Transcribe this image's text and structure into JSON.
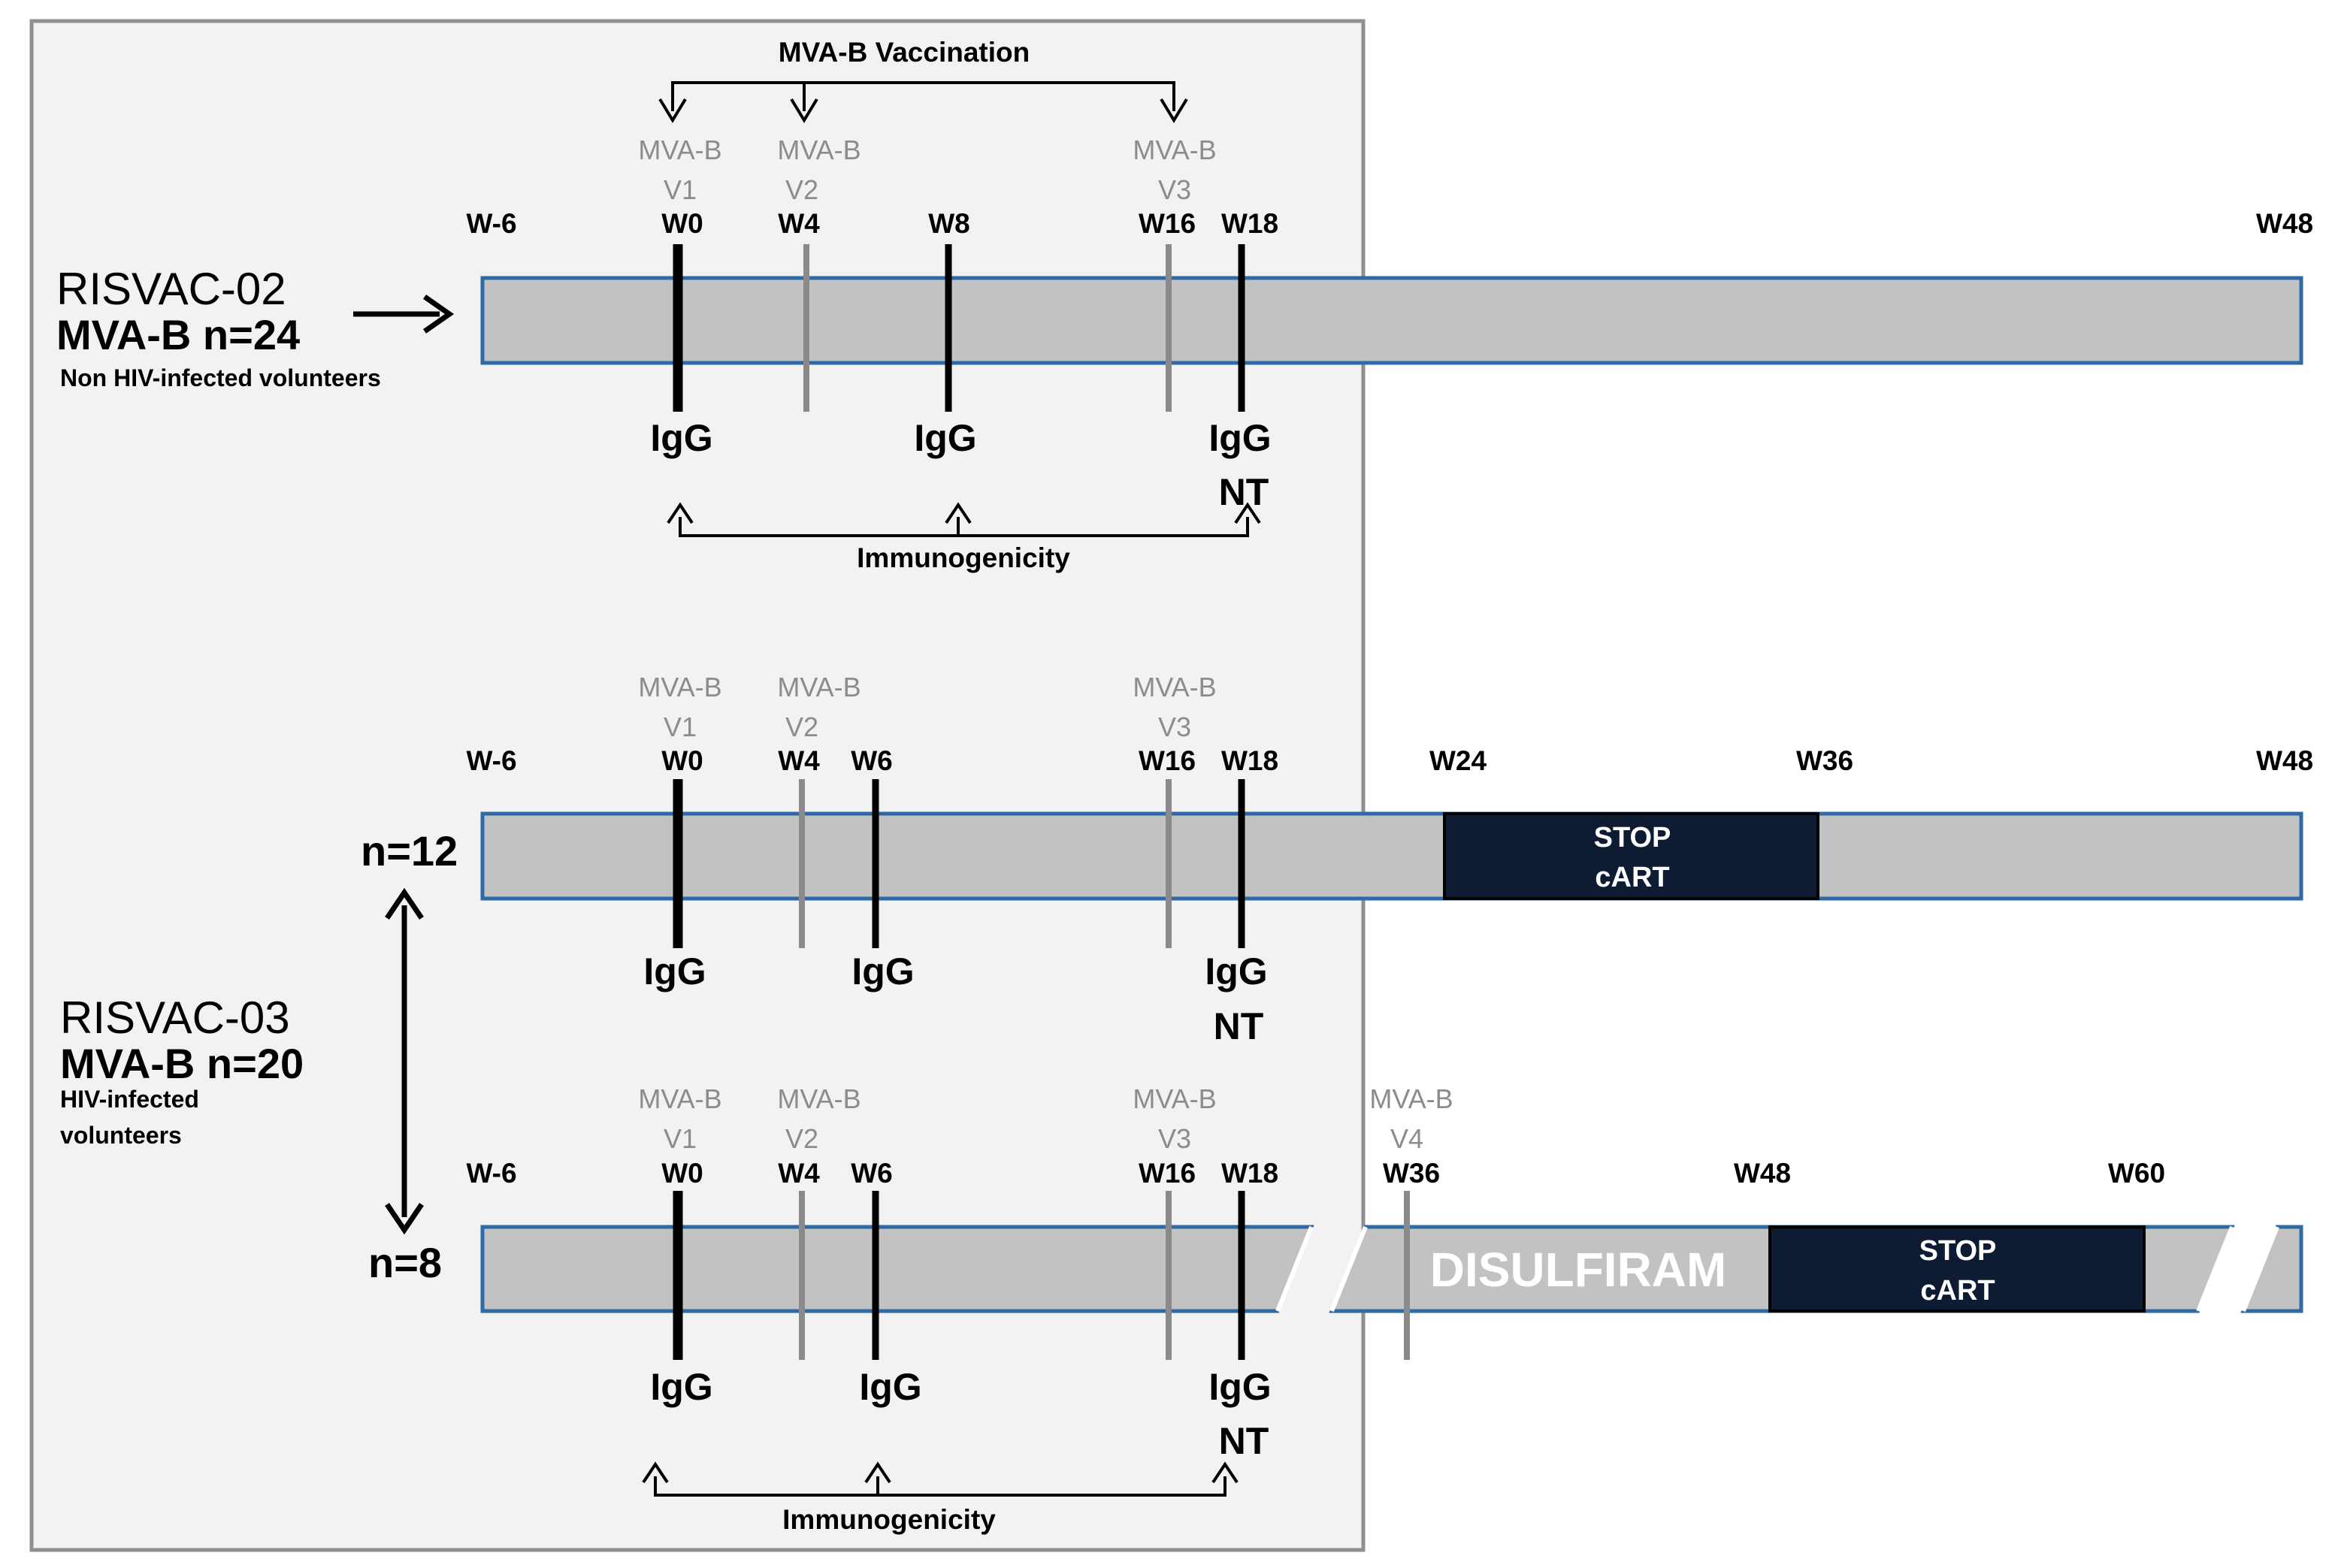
{
  "top": {
    "vaccination_label": "MVA-B Vaccination",
    "immunogenicity_label": "Immunogenicity"
  },
  "study1": {
    "title": "RISVAC-02",
    "subtitle": "MVA-B n=24",
    "desc": "Non HIV-infected volunteers",
    "weeks": [
      "W-6",
      "W0",
      "W4",
      "W8",
      "W16",
      "W18",
      "W48"
    ],
    "doses": [
      {
        "name": "MVA-B",
        "visit": "V1"
      },
      {
        "name": "MVA-B",
        "visit": "V2"
      },
      {
        "name": "MVA-B",
        "visit": "V3"
      }
    ],
    "assays": [
      "IgG",
      "IgG",
      "IgG",
      "NT"
    ]
  },
  "study2": {
    "title": "RISVAC-03",
    "subtitle": "MVA-B n=20",
    "desc_line1": "HIV-infected",
    "desc_line2": "volunteers",
    "arm1": {
      "n": "n=12",
      "weeks": [
        "W-6",
        "W0",
        "W4",
        "W6",
        "W16",
        "W18",
        "W24",
        "W36",
        "W48"
      ],
      "doses": [
        {
          "name": "MVA-B",
          "visit": "V1"
        },
        {
          "name": "MVA-B",
          "visit": "V2"
        },
        {
          "name": "MVA-B",
          "visit": "V3"
        }
      ],
      "stop_line1": "STOP",
      "stop_line2": "cART",
      "assays": [
        "IgG",
        "IgG",
        "IgG",
        "NT"
      ]
    },
    "arm2": {
      "n": "n=8",
      "weeks": [
        "W-6",
        "W0",
        "W4",
        "W6",
        "W16",
        "W18",
        "W36",
        "W48",
        "W60"
      ],
      "doses": [
        {
          "name": "MVA-B",
          "visit": "V1"
        },
        {
          "name": "MVA-B",
          "visit": "V2"
        },
        {
          "name": "MVA-B",
          "visit": "V3"
        },
        {
          "name": "MVA-B",
          "visit": "V4"
        }
      ],
      "disulfiram": "DISULFIRAM",
      "stop_line1": "STOP",
      "stop_line2": "cART",
      "assays": [
        "IgG",
        "IgG",
        "IgG",
        "NT"
      ]
    },
    "immunogenicity_label": "Immunogenicity"
  }
}
